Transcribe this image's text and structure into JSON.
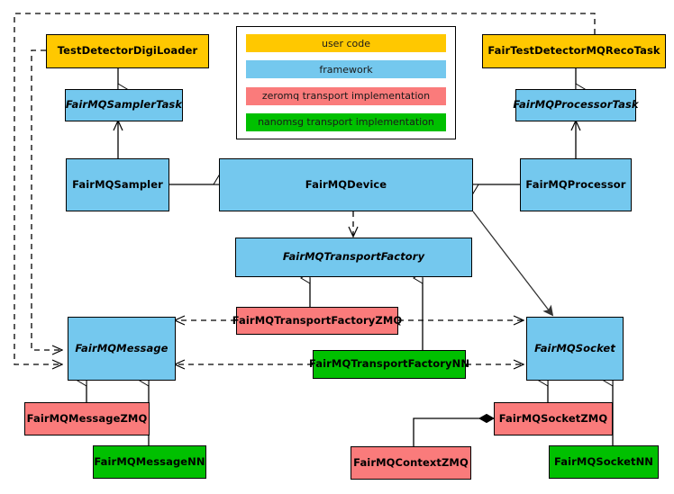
{
  "diagram": {
    "title": "FairMQ class diagram",
    "type": "uml-class-diagram",
    "palette": {
      "user_code": "#ffc800",
      "framework": "#74c8ee",
      "zeromq": "#fa7b7b",
      "nanomsg": "#00c000",
      "line": "#000000",
      "background": "#ffffff"
    }
  },
  "legend": {
    "items": [
      {
        "label": "user code",
        "color_key": "user_code"
      },
      {
        "label": "framework",
        "color_key": "framework"
      },
      {
        "label": "zeromq transport implementation",
        "color_key": "zeromq"
      },
      {
        "label": "nanomsg transport implementation",
        "color_key": "nanomsg"
      }
    ]
  },
  "nodes": {
    "test_detector_digi_loader": {
      "label": "TestDetectorDigiLoader",
      "category": "user code",
      "abstract": false
    },
    "fairmq_sampler_task": {
      "label": "FairMQSamplerTask",
      "category": "framework",
      "abstract": true
    },
    "fairmq_sampler": {
      "label": "FairMQSampler",
      "category": "framework",
      "abstract": false
    },
    "fairmq_device": {
      "label": "FairMQDevice",
      "category": "framework",
      "abstract": false
    },
    "fairmq_processor": {
      "label": "FairMQProcessor",
      "category": "framework",
      "abstract": false
    },
    "fairmq_processor_task": {
      "label": "FairMQProcessorTask",
      "category": "framework",
      "abstract": true
    },
    "fair_test_detector_mq_reco_task": {
      "label": "FairTestDetectorMQRecoTask",
      "category": "user code",
      "abstract": false
    },
    "fairmq_transport_factory": {
      "label": "FairMQTransportFactory",
      "category": "framework",
      "abstract": true
    },
    "fairmq_transport_factory_zmq": {
      "label": "FairMQTransportFactoryZMQ",
      "category": "zeromq",
      "abstract": false
    },
    "fairmq_transport_factory_nn": {
      "label": "FairMQTransportFactoryNN",
      "category": "nanomsg",
      "abstract": false
    },
    "fairmq_message": {
      "label": "FairMQMessage",
      "category": "framework",
      "abstract": true
    },
    "fairmq_message_zmq": {
      "label": "FairMQMessageZMQ",
      "category": "zeromq",
      "abstract": false
    },
    "fairmq_message_nn": {
      "label": "FairMQMessageNN",
      "category": "nanomsg",
      "abstract": false
    },
    "fairmq_socket": {
      "label": "FairMQSocket",
      "category": "framework",
      "abstract": true
    },
    "fairmq_socket_zmq": {
      "label": "FairMQSocketZMQ",
      "category": "zeromq",
      "abstract": false
    },
    "fairmq_socket_nn": {
      "label": "FairMQSocketNN",
      "category": "nanomsg",
      "abstract": false
    },
    "fairmq_context_zmq": {
      "label": "FairMQContextZMQ",
      "category": "zeromq",
      "abstract": false
    }
  },
  "edges": [
    {
      "from": "test_detector_digi_loader",
      "to": "fairmq_sampler_task",
      "kind": "generalization"
    },
    {
      "from": "fairmq_sampler",
      "to": "fairmq_sampler_task",
      "kind": "association"
    },
    {
      "from": "fairmq_sampler",
      "to": "fairmq_device",
      "kind": "generalization"
    },
    {
      "from": "fair_test_detector_mq_reco_task",
      "to": "fairmq_processor_task",
      "kind": "generalization"
    },
    {
      "from": "fairmq_processor",
      "to": "fairmq_processor_task",
      "kind": "association"
    },
    {
      "from": "fairmq_processor",
      "to": "fairmq_device",
      "kind": "generalization"
    },
    {
      "from": "fairmq_device",
      "to": "fairmq_transport_factory",
      "kind": "dependency"
    },
    {
      "from": "fairmq_device",
      "to": "fairmq_socket",
      "kind": "association"
    },
    {
      "from": "fairmq_transport_factory_zmq",
      "to": "fairmq_transport_factory",
      "kind": "generalization"
    },
    {
      "from": "fairmq_transport_factory_nn",
      "to": "fairmq_transport_factory",
      "kind": "generalization"
    },
    {
      "from": "fairmq_transport_factory_zmq",
      "to": "fairmq_message",
      "kind": "dependency"
    },
    {
      "from": "fairmq_transport_factory_zmq",
      "to": "fairmq_socket",
      "kind": "dependency"
    },
    {
      "from": "fairmq_transport_factory_nn",
      "to": "fairmq_message",
      "kind": "dependency"
    },
    {
      "from": "fairmq_transport_factory_nn",
      "to": "fairmq_socket",
      "kind": "dependency"
    },
    {
      "from": "test_detector_digi_loader",
      "to": "fairmq_message",
      "kind": "dependency"
    },
    {
      "from": "fair_test_detector_mq_reco_task",
      "to": "fairmq_message",
      "kind": "dependency"
    },
    {
      "from": "fairmq_message_zmq",
      "to": "fairmq_message",
      "kind": "generalization"
    },
    {
      "from": "fairmq_message_nn",
      "to": "fairmq_message",
      "kind": "generalization"
    },
    {
      "from": "fairmq_socket_zmq",
      "to": "fairmq_socket",
      "kind": "generalization"
    },
    {
      "from": "fairmq_socket_nn",
      "to": "fairmq_socket",
      "kind": "generalization"
    },
    {
      "from": "fairmq_context_zmq",
      "to": "fairmq_socket_zmq",
      "kind": "composition"
    }
  ]
}
